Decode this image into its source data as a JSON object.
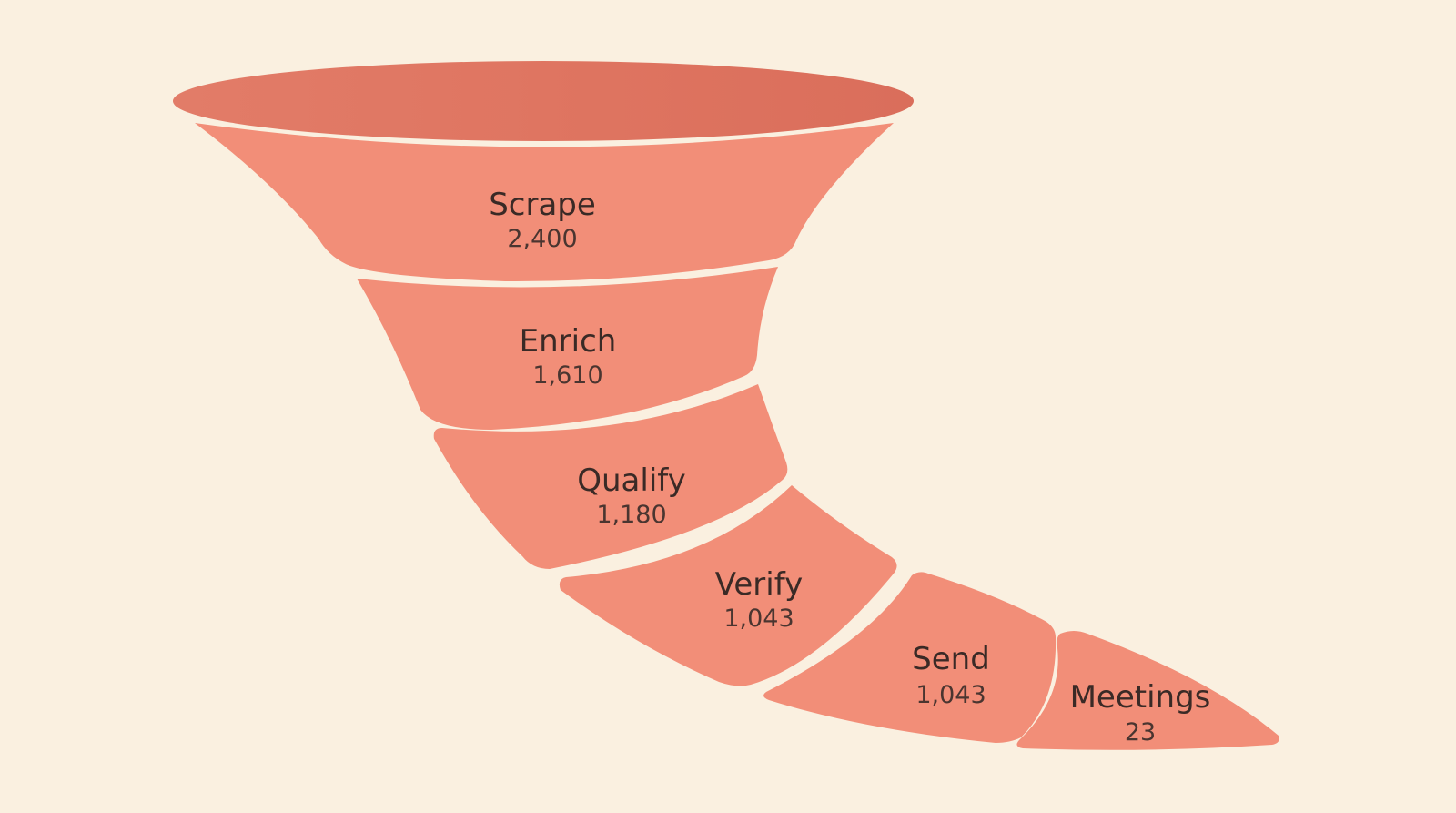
{
  "chart_data": {
    "type": "funnel",
    "categories": [
      "Scrape",
      "Enrich",
      "Qualify",
      "Verify",
      "Send",
      "Meetings"
    ],
    "values": [
      2400,
      1610,
      1180,
      1043,
      1043,
      23
    ],
    "value_labels": [
      "2,400",
      "1,610",
      "1,180",
      "1,043",
      "1,043",
      "23"
    ],
    "colors": {
      "background": "#FAF0E0",
      "segment": "#F28E78",
      "rim": "#E07562",
      "text": "#3A2A26"
    }
  }
}
